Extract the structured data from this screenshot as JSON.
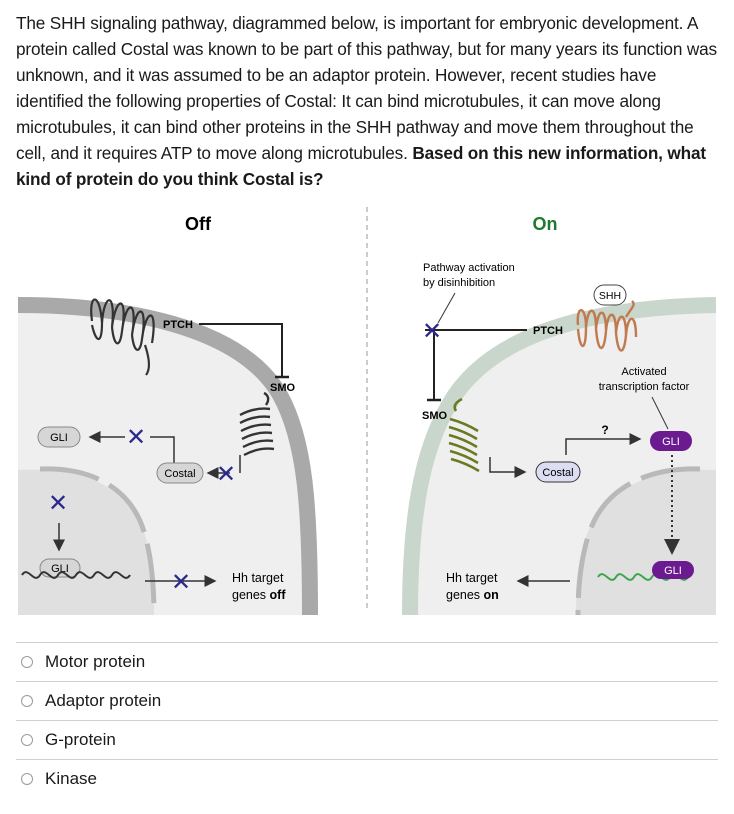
{
  "question": {
    "text": "The SHH signaling pathway, diagrammed below, is important for embryonic development. A protein called Costal was known to be part of this pathway, but for many years its function was unknown, and it was assumed to be an adaptor protein. However, recent studies have identified the following properties of Costal: It can bind microtubules, it can move along microtubules, it can bind other proteins in the SHH pathway and move them throughout the cell, and it requires ATP to move along microtubules.",
    "prompt": "Based on this new information, what kind of protein do you think Costal is?"
  },
  "diagram": {
    "off": {
      "heading": "Off",
      "ptch": "PTCH",
      "smo": "SMO",
      "gli": "GLI",
      "gli_nucleus": "GLI",
      "costal": "Costal",
      "genes_text": "Hh target",
      "genes_state_prefix": "genes",
      "genes_state": "off"
    },
    "on": {
      "heading": "On",
      "pathway_line1": "Pathway activation",
      "pathway_line2": "by disinhibition",
      "shh": "SHH",
      "ptch": "PTCH",
      "smo": "SMO",
      "activated_line1": "Activated",
      "activated_line2": "transcription factor",
      "question_mark": "?",
      "gli": "GLI",
      "gli_nucleus": "GLI",
      "costal": "Costal",
      "genes_text": "Hh target",
      "genes_state_prefix": "genes",
      "genes_state": "on"
    },
    "colors": {
      "heading_on": "#1e7a2e",
      "inhibit_x": "#2b2a8c",
      "gli_purple": "#6b1a8f",
      "costal_fill": "#dcdcf2",
      "ptch_on": "#c07a50",
      "smo_on": "#6a7a22"
    }
  },
  "options": [
    {
      "label": "Motor protein"
    },
    {
      "label": "Adaptor protein"
    },
    {
      "label": "G-protein"
    },
    {
      "label": "Kinase"
    }
  ]
}
